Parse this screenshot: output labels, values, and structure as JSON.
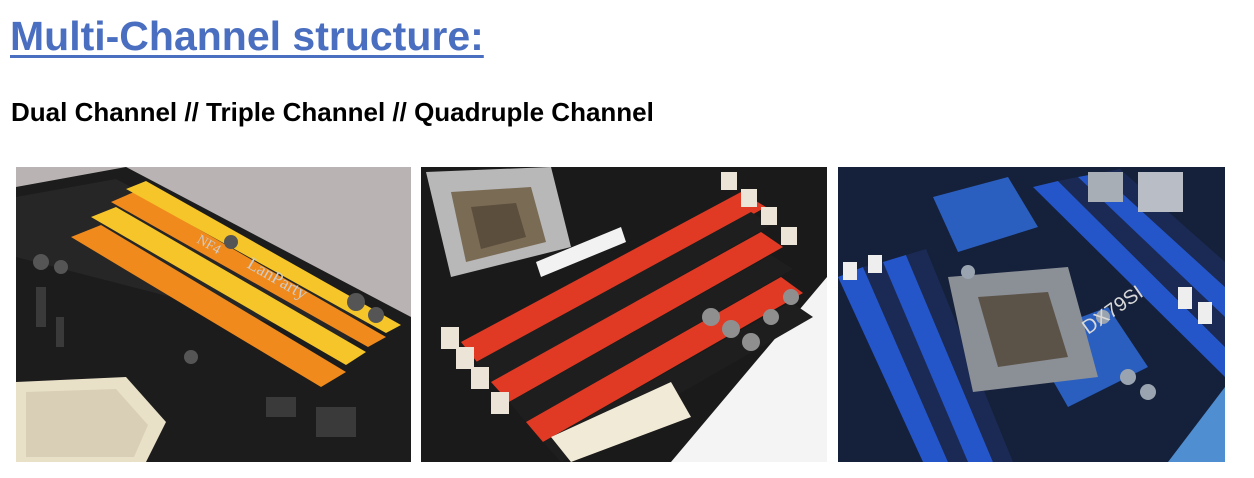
{
  "heading": "Multi-Channel structure:",
  "subheading": "Dual Channel // Triple Channel // Quadruple Channel",
  "photos": [
    {
      "name": "dual-channel-board",
      "slot_colors": [
        "#f08a1c",
        "#f5c52a"
      ],
      "board_text": [
        "NF4",
        "LanParty"
      ]
    },
    {
      "name": "triple-channel-board",
      "slot_colors": [
        "#e03a24",
        "#1e1e1e"
      ]
    },
    {
      "name": "quadruple-channel-board",
      "slot_colors": [
        "#2456c9",
        "#1b2a55"
      ],
      "board_text": [
        "DX79SI"
      ]
    }
  ]
}
